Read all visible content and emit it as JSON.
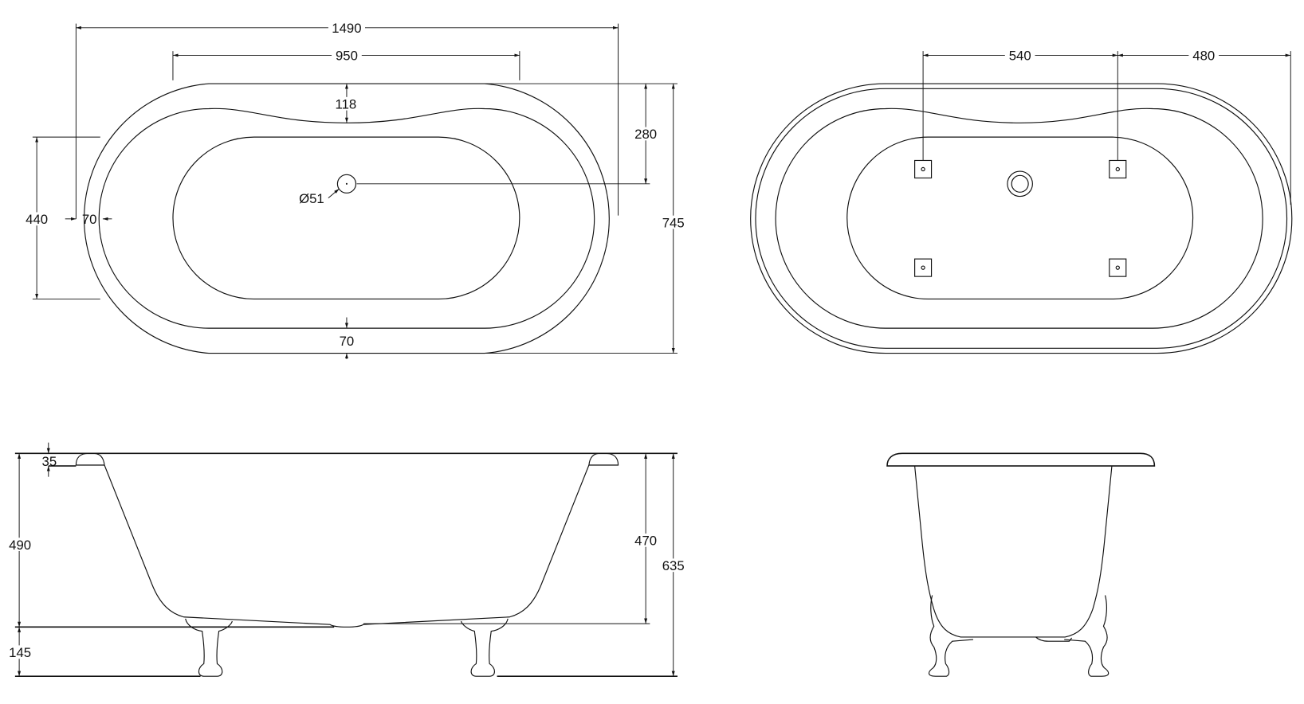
{
  "drawing": {
    "plan_view": {
      "overall_length": "1490",
      "basin_length": "950",
      "rim_dip": "118",
      "drain_offset": "280",
      "overall_width": "745",
      "basin_width": "440",
      "rim_side": "70",
      "rim_bottom": "70",
      "drain_diameter": "Ø51"
    },
    "underside_view": {
      "foot_spacing": "540",
      "foot_to_end": "480"
    },
    "side_view": {
      "rim_thickness": "35",
      "body_height": "490",
      "leg_height": "145",
      "inner_depth": "470",
      "overall_height": "635"
    }
  },
  "line_color": "#111111"
}
